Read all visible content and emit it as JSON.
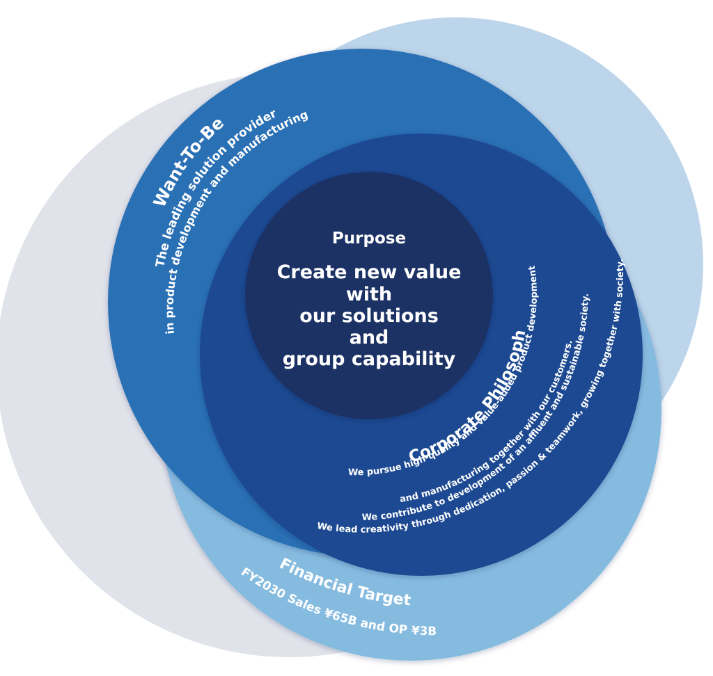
{
  "colors": {
    "grey_circle": "#e0e3ea",
    "light_blue_circle": "#bcd5ea",
    "financial_ring": "#86bbe0",
    "want_to_be_ring": "#2a6fb4",
    "philosophy_ring": "#1e4a91",
    "purpose_core": "#1c3265",
    "text": "#ffffff"
  },
  "purpose": {
    "heading": "Purpose",
    "lines": [
      "Create new value",
      "with",
      "our solutions",
      "and",
      "group capability"
    ]
  },
  "want_to_be": {
    "title": "Want-To-Be",
    "line1": "The leading solution provider",
    "line2": "in product development and manufacturing"
  },
  "corporate_philosophy": {
    "title": "Corporate Philosophy",
    "statement1_line1": "We pursue high-quality and value-added product development",
    "statement1_line2": "and manufacturing together with our customers.",
    "statement2": "We contribute to development of an affluent and sustainable society.",
    "statement3": "We lead creativity through dedication, passion & teamwork, growing together with society."
  },
  "financial_target": {
    "title": "Financial Target",
    "detail": "FY2030 Sales ¥65B and OP ¥3B"
  }
}
